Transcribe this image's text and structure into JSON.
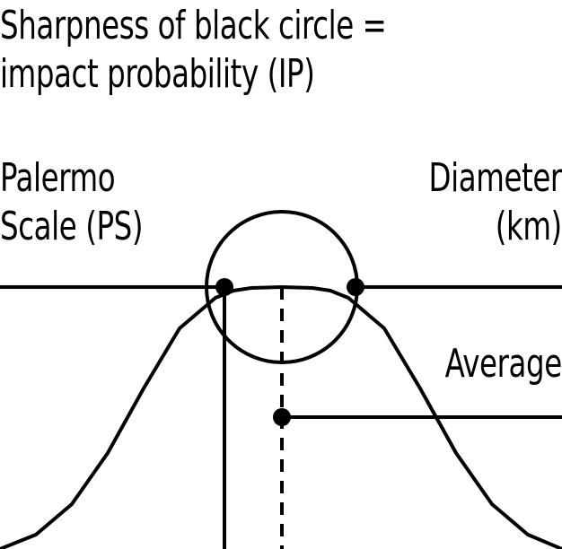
{
  "title": {
    "line1": "Sharpness of black circle =",
    "line2": "impact probability (IP)"
  },
  "labels": {
    "palermo": {
      "line1": "Palermo",
      "line2": "Scale (PS)"
    },
    "diameter": {
      "line1": "Diameter",
      "line2": "(km)"
    },
    "average": "Average"
  },
  "colors": {
    "ink": "#000000",
    "background": "#ffffff"
  }
}
